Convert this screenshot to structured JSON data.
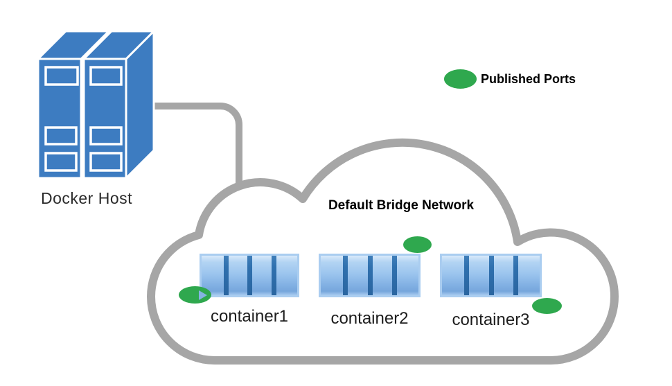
{
  "host": {
    "label": "Docker Host"
  },
  "network": {
    "label": "Default Bridge Network"
  },
  "legend": {
    "label": "Published Ports"
  },
  "containers": [
    {
      "label": "container1",
      "published_port": true
    },
    {
      "label": "container2",
      "published_port": true
    },
    {
      "label": "container3",
      "published_port": true
    }
  ],
  "icons": [
    "server-icon",
    "cloud-icon",
    "published-port-icon",
    "connector-line",
    "arrow-icon"
  ],
  "colors": {
    "green": "#2fa84e",
    "gray": "#a6a6a6",
    "server-blue": "#3d7cc1",
    "container-border": "#aacdf0",
    "divider-blue": "#2f70ae",
    "text-black": "#1d1d1d"
  }
}
